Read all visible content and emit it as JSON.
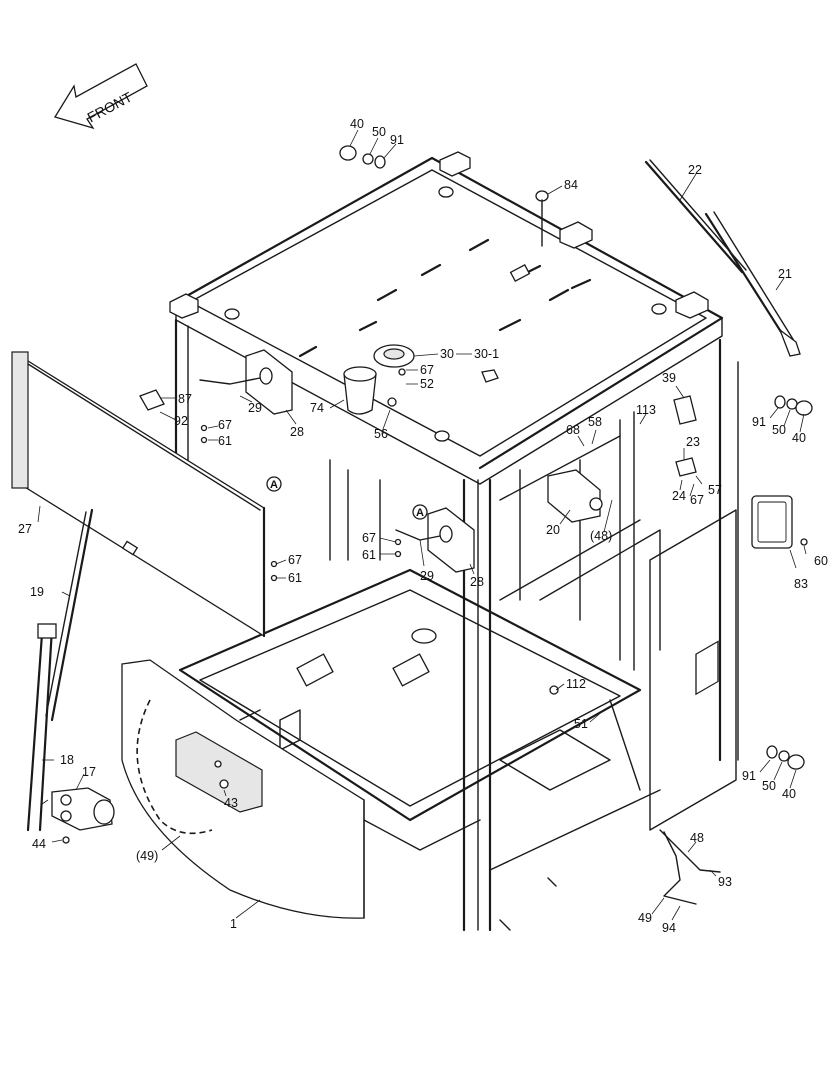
{
  "front_label": "FRONT",
  "marker": "A",
  "callouts": [
    {
      "id": "c40a",
      "text": "40"
    },
    {
      "id": "c50a",
      "text": "50"
    },
    {
      "id": "c91a",
      "text": "91"
    },
    {
      "id": "c84",
      "text": "84"
    },
    {
      "id": "c22",
      "text": "22"
    },
    {
      "id": "c21",
      "text": "21"
    },
    {
      "id": "c30",
      "text": "30"
    },
    {
      "id": "c30-1",
      "text": "30-1"
    },
    {
      "id": "c67a",
      "text": "67"
    },
    {
      "id": "c52",
      "text": "52"
    },
    {
      "id": "c74",
      "text": "74"
    },
    {
      "id": "c56",
      "text": "56"
    },
    {
      "id": "c87",
      "text": "87"
    },
    {
      "id": "c92",
      "text": "92"
    },
    {
      "id": "c29a",
      "text": "29"
    },
    {
      "id": "c28a",
      "text": "28"
    },
    {
      "id": "c67b",
      "text": "67"
    },
    {
      "id": "c61a",
      "text": "61"
    },
    {
      "id": "c39",
      "text": "39"
    },
    {
      "id": "c91b",
      "text": "91"
    },
    {
      "id": "c50b",
      "text": "50"
    },
    {
      "id": "c40b",
      "text": "40"
    },
    {
      "id": "c113",
      "text": "113"
    },
    {
      "id": "c58",
      "text": "58"
    },
    {
      "id": "c68",
      "text": "68"
    },
    {
      "id": "c23",
      "text": "23"
    },
    {
      "id": "c57",
      "text": "57"
    },
    {
      "id": "c24",
      "text": "24"
    },
    {
      "id": "c67c",
      "text": "67"
    },
    {
      "id": "c20",
      "text": "20"
    },
    {
      "id": "c48a",
      "text": "(48)"
    },
    {
      "id": "c60",
      "text": "60"
    },
    {
      "id": "c83",
      "text": "83"
    },
    {
      "id": "c27",
      "text": "27"
    },
    {
      "id": "c67d",
      "text": "67"
    },
    {
      "id": "c61b",
      "text": "61"
    },
    {
      "id": "c29b",
      "text": "29"
    },
    {
      "id": "c28b",
      "text": "28"
    },
    {
      "id": "c67e",
      "text": "67"
    },
    {
      "id": "c61c",
      "text": "61"
    },
    {
      "id": "c19",
      "text": "19"
    },
    {
      "id": "c112",
      "text": "112"
    },
    {
      "id": "c51",
      "text": "51"
    },
    {
      "id": "c18",
      "text": "18"
    },
    {
      "id": "c17",
      "text": "17"
    },
    {
      "id": "c43",
      "text": "43"
    },
    {
      "id": "c44",
      "text": "44"
    },
    {
      "id": "c49a",
      "text": "(49)"
    },
    {
      "id": "c91c",
      "text": "91"
    },
    {
      "id": "c50c",
      "text": "50"
    },
    {
      "id": "c40c",
      "text": "40"
    },
    {
      "id": "c48b",
      "text": "48"
    },
    {
      "id": "c93",
      "text": "93"
    },
    {
      "id": "c49b",
      "text": "49"
    },
    {
      "id": "c94",
      "text": "94"
    },
    {
      "id": "c1",
      "text": "1"
    }
  ]
}
